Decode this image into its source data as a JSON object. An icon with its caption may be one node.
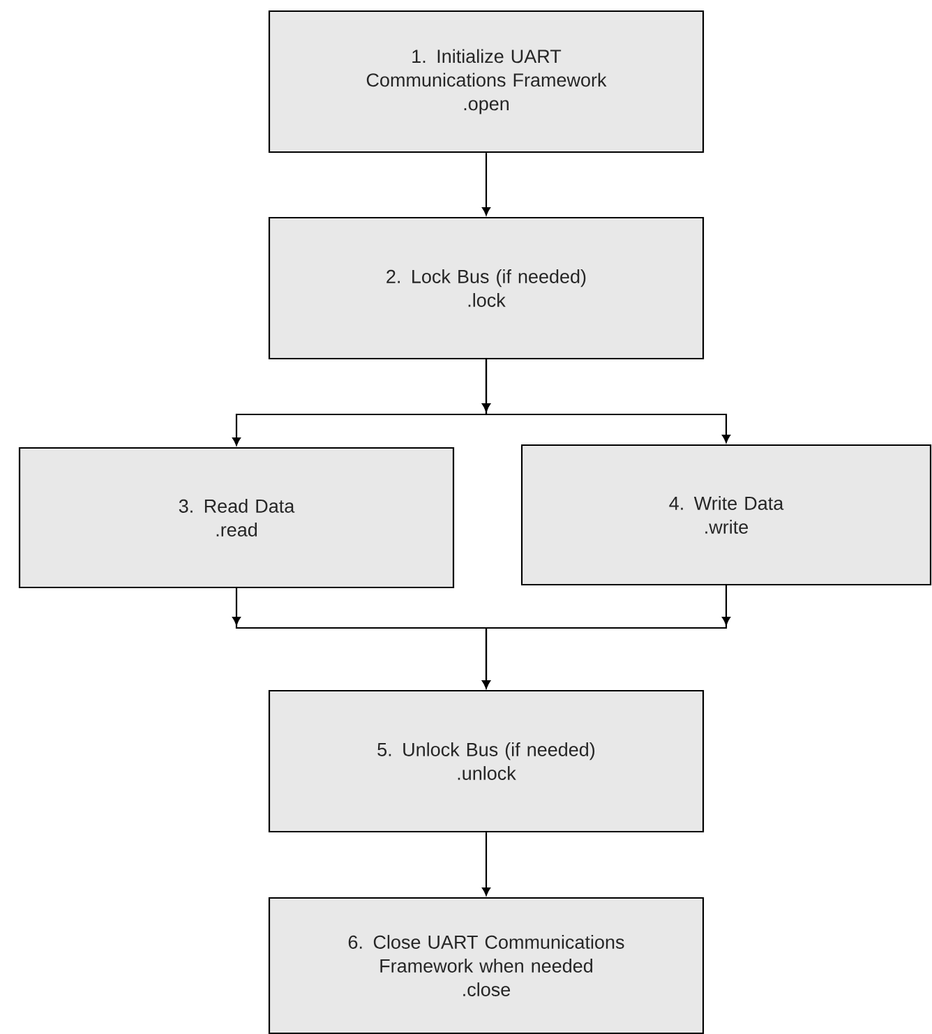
{
  "diagram": {
    "nodes": [
      {
        "text": [
          "1. Initialize UART Communications Framework",
          ".open"
        ]
      },
      {
        "text": [
          "2. Lock Bus (if needed)",
          ".lock"
        ]
      },
      {
        "text": [
          "3. Read Data",
          ".read"
        ]
      },
      {
        "text": [
          "4. Write Data",
          ".write"
        ]
      },
      {
        "text": [
          "5. Unlock Bus (if needed)",
          ".unlock"
        ]
      },
      {
        "text": [
          "6. Close UART Communications Framework when needed",
          ".close"
        ]
      }
    ],
    "edges": [
      {
        "from": 0,
        "to": 1,
        "arrow": "to"
      },
      {
        "from": 1,
        "to": 2,
        "arrow": "to"
      },
      {
        "from": 1,
        "to": 3,
        "arrow": "to"
      },
      {
        "from": 2,
        "to": 4,
        "arrow": "to"
      },
      {
        "from": 3,
        "to": 4,
        "arrow": "to"
      },
      {
        "from": 4,
        "to": 5,
        "arrow": "to"
      }
    ]
  }
}
